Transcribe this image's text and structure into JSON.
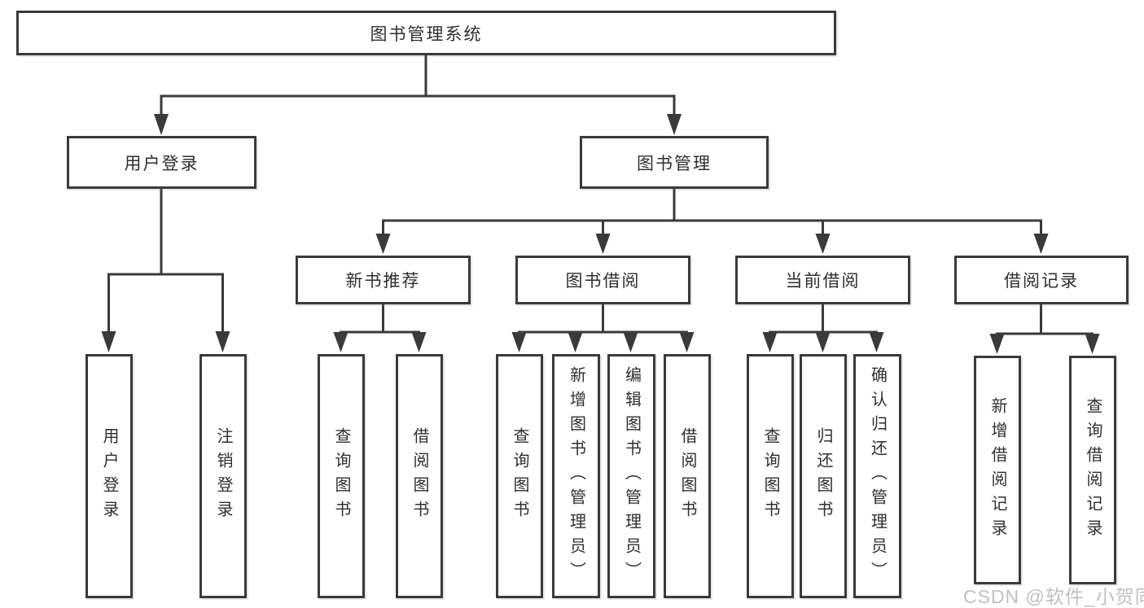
{
  "tree": {
    "label": "图书管理系统",
    "children": [
      {
        "label": "用户登录",
        "children": [
          {
            "label": "用户登录"
          },
          {
            "label": "注销登录"
          }
        ]
      },
      {
        "label": "图书管理",
        "children": [
          {
            "label": "新书推荐",
            "children": [
              {
                "label": "查询图书"
              },
              {
                "label": "借阅图书"
              }
            ]
          },
          {
            "label": "图书借阅",
            "children": [
              {
                "label": "查询图书"
              },
              {
                "label": "新增图书（管理员）"
              },
              {
                "label": "编辑图书（管理员）"
              },
              {
                "label": "借阅图书"
              }
            ]
          },
          {
            "label": "当前借阅",
            "children": [
              {
                "label": "查询图书"
              },
              {
                "label": "归还图书"
              },
              {
                "label": "确认归还（管理员）"
              }
            ]
          },
          {
            "label": "借阅记录",
            "children": [
              {
                "label": "新增借阅记录"
              },
              {
                "label": "查询借阅记录"
              }
            ]
          }
        ]
      }
    ]
  },
  "watermark": {
    "text": "CSDN @软件_小贺同学"
  },
  "colors": {
    "line": "#3a3a3a",
    "text": "#2f2f2f",
    "background": "#ffffff",
    "watermark": "#bbbbbb"
  }
}
